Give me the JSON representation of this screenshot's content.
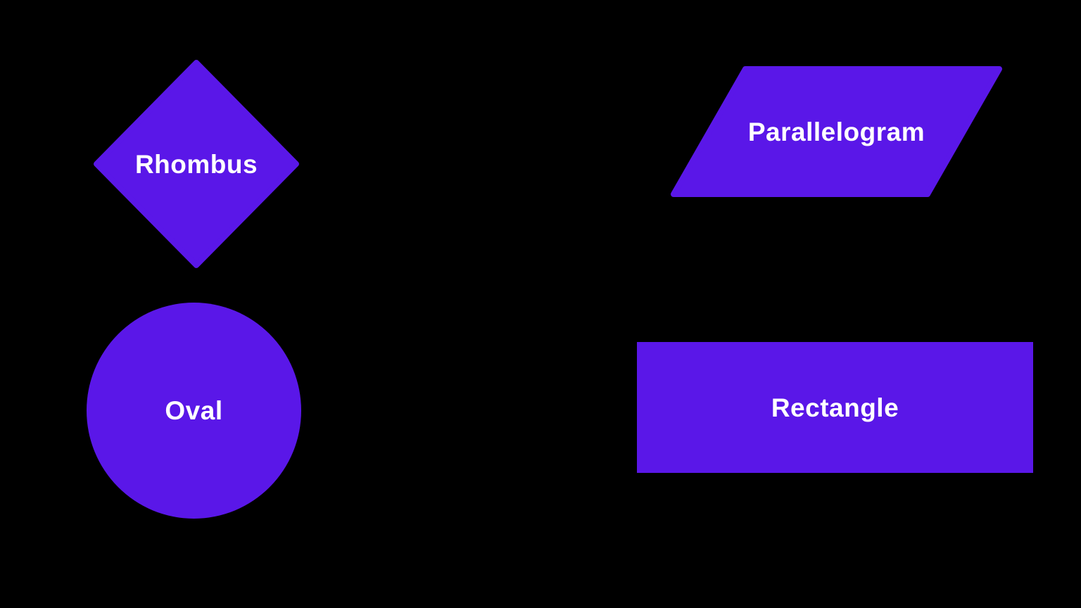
{
  "colors": {
    "canvas_bg": "#000000",
    "shape_fill": "#5A17E8",
    "label_color": "#FFFFFF"
  },
  "shapes": [
    {
      "id": "rhombus",
      "label": "Rhombus"
    },
    {
      "id": "parallelogram",
      "label": "Parallelogram"
    },
    {
      "id": "oval",
      "label": "Oval"
    },
    {
      "id": "rectangle",
      "label": "Rectangle"
    }
  ]
}
